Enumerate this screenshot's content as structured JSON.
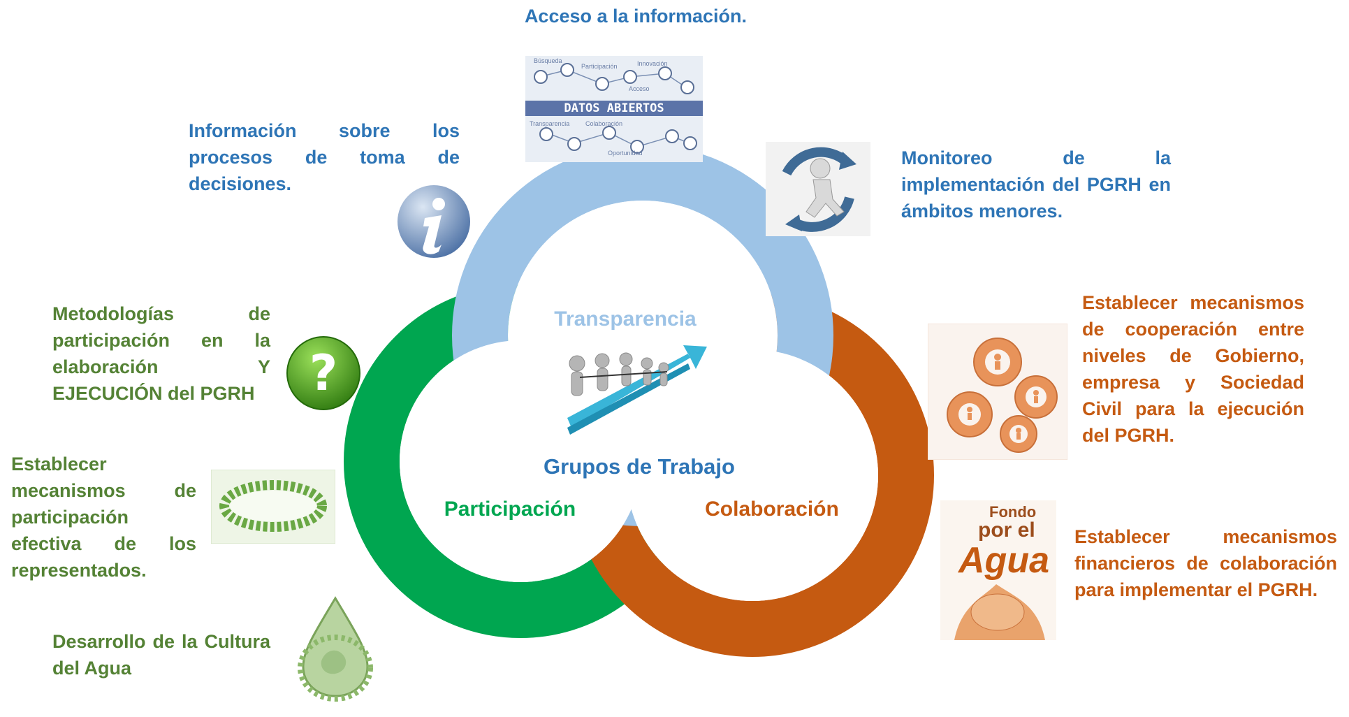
{
  "top": {
    "access": "Acceso a la información."
  },
  "left": {
    "info_decisions": "Información sobre los procesos de toma de decisiones.",
    "methodologies": "Metodologías de participación en la elaboración Y EJECUCIÓN del PGRH",
    "mechanisms_participation": "Establecer mecanismos de participación efectiva de los representados.",
    "water_culture": "Desarrollo de la Cultura del Agua"
  },
  "right": {
    "monitoring": "Monitoreo de la implementación del PGRH en ámbitos menores.",
    "cooperation": "Establecer mecanismos de cooperación entre niveles de Gobierno, empresa y Sociedad Civil para la ejecución del PGRH.",
    "financial": "Establecer mecanismos financieros de colaboración para implementar el PGRH."
  },
  "center": {
    "transparency": "Transparencia",
    "groups": "Grupos de Trabajo",
    "participation": "Participación",
    "collaboration": "Colaboración"
  },
  "images": {
    "open_data_banner": "DATOS ABIERTOS",
    "open_data_words": [
      "Búsqueda",
      "Participación",
      "Innovación",
      "Acceso",
      "Transparencia",
      "Colaboración",
      "Oportunidad"
    ],
    "fund_title": [
      "Fondo",
      "por el",
      "Agua"
    ]
  },
  "colors": {
    "blue_ring": "#9dc3e6",
    "green_ring": "#00a650",
    "orange_ring": "#c55a11",
    "blue_text": "#2e75b6",
    "green_text": "#548235",
    "orange_text": "#c55a11"
  },
  "icons": [
    "info-icon",
    "question-icon",
    "monitor-figure-icon",
    "gears-icon",
    "circle-people-icon",
    "water-drop-people-icon",
    "tug-of-war-icon"
  ]
}
